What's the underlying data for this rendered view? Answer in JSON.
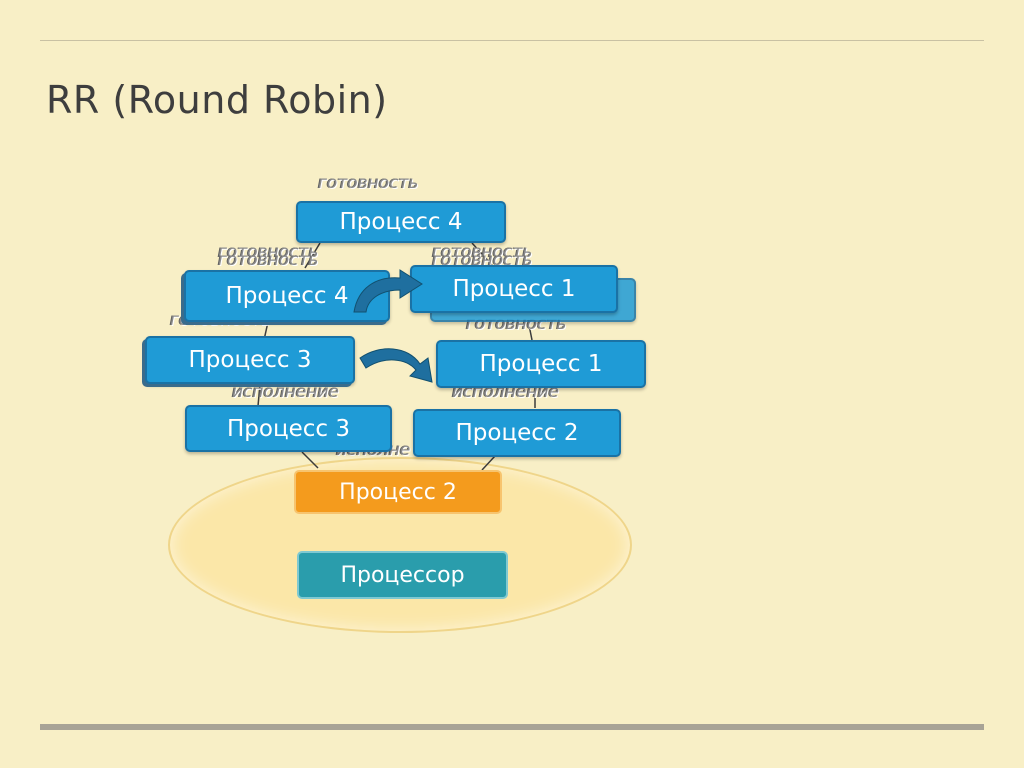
{
  "slide": {
    "title": "RR (Round Robin)"
  },
  "labels": {
    "state_ready": "готовность",
    "state_exec": "исполнение",
    "state_exec_partial": "исполне"
  },
  "processes": {
    "p4_top": "Процесс 4",
    "p4_left": "Процесс 4",
    "p1_upper": "Процесс 1",
    "p3_mid": "Процесс 3",
    "p1_mid": "Процесс 1",
    "p3_low": "Процесс 3",
    "p2_low": "Процесс 2",
    "p2_running": "Процесс 2"
  },
  "cpu": {
    "label": "Процессор"
  },
  "colors": {
    "ready_box": "#1f9bd6",
    "running_box": "#f49b1d",
    "cpu_box": "#2a9dac",
    "cpu_area": "#fbe7a8"
  }
}
